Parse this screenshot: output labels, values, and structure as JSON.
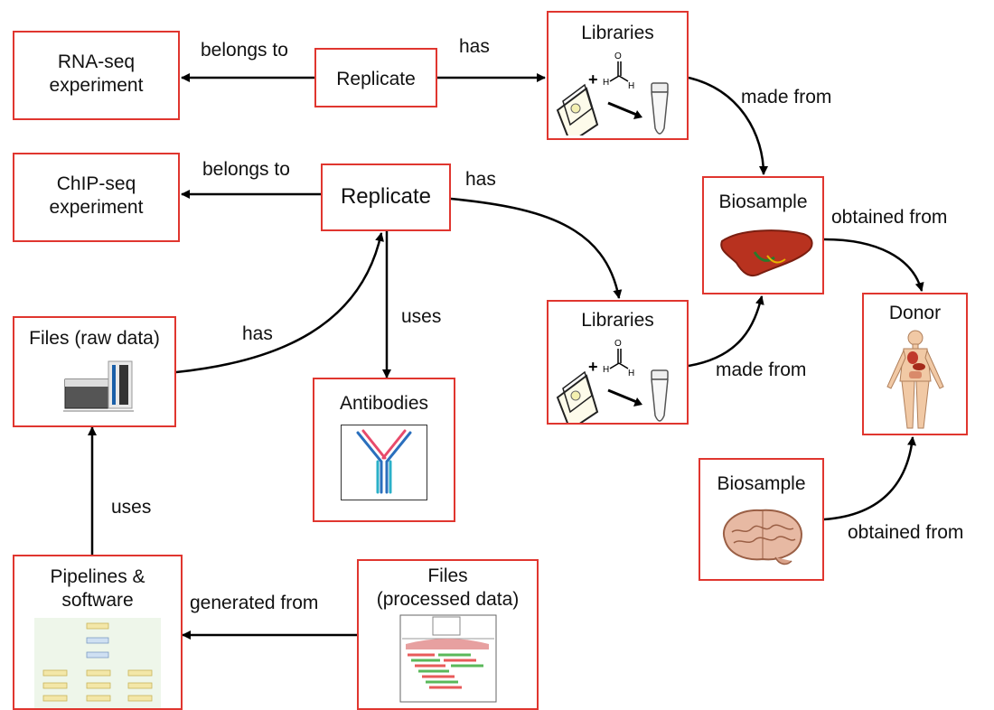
{
  "nodes": {
    "rna_seq": [
      "RNA-seq",
      "experiment"
    ],
    "replicate_top": "Replicate",
    "libraries_top": "Libraries",
    "chip_seq": [
      "ChIP-seq",
      "experiment"
    ],
    "replicate_mid": "Replicate",
    "biosample_liver": "Biosample",
    "files_raw": "Files (raw data)",
    "libraries_mid": "Libraries",
    "donor": "Donor",
    "antibodies": "Antibodies",
    "biosample_brain": "Biosample",
    "pipelines": [
      "Pipelines &",
      "software"
    ],
    "files_processed": [
      "Files",
      "(processed data)"
    ]
  },
  "edges": {
    "rep_top_belongs": "belongs to",
    "rep_top_has": "has",
    "lib_top_made_from": "made from",
    "rep_mid_belongs": "belongs to",
    "rep_mid_has": "has",
    "bio_liver_obtained": "obtained from",
    "files_raw_has": "has",
    "rep_mid_uses": "uses",
    "lib_mid_made_from": "made from",
    "bio_brain_obtained": "obtained from",
    "pipelines_uses": "uses",
    "processed_generated": "generated from"
  }
}
